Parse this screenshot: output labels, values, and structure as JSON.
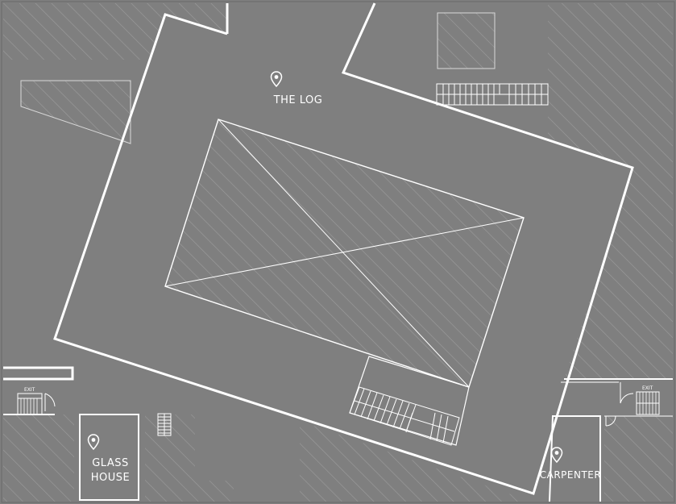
{
  "map": {
    "background_color": "#7f7f7f",
    "line_color": "#ffffff",
    "hatch_color": "#9a9a9a",
    "locations": [
      {
        "id": "the-log",
        "label": "THE LOG",
        "icon": "location-pin-icon"
      },
      {
        "id": "glass-house",
        "label_line1": "GLASS",
        "label_line2": "HOUSE",
        "icon": "location-pin-icon"
      },
      {
        "id": "carpenter",
        "label": "CARPENTER",
        "icon": "location-pin-icon"
      }
    ],
    "exit_signs": [
      "EXIT",
      "EXIT"
    ]
  }
}
